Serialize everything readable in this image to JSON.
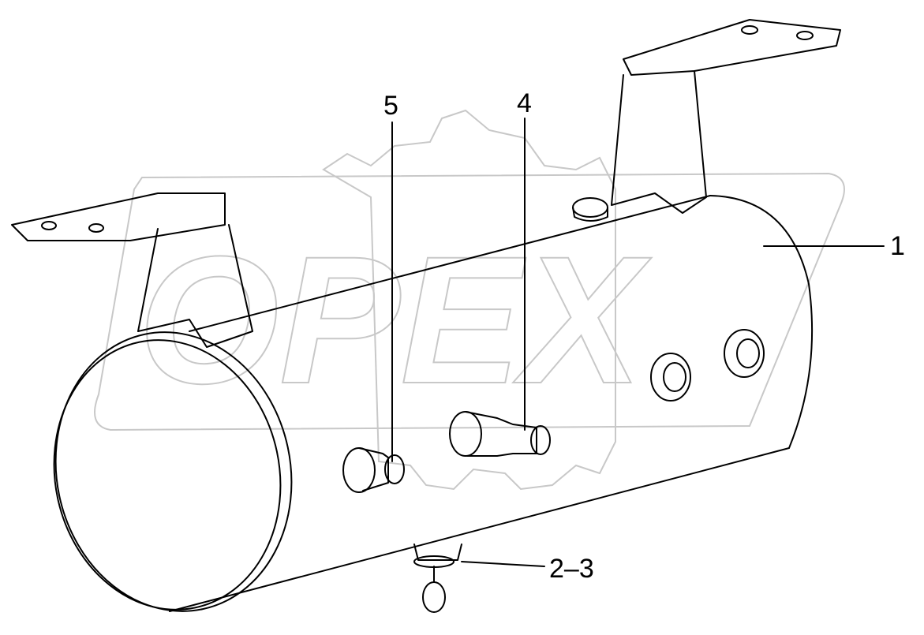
{
  "watermark": "OPEX",
  "callouts": [
    {
      "id": "5",
      "label": "5"
    },
    {
      "id": "4",
      "label": "4"
    },
    {
      "id": "1",
      "label": "1"
    },
    {
      "id": "2-3",
      "label": "2–3"
    }
  ]
}
